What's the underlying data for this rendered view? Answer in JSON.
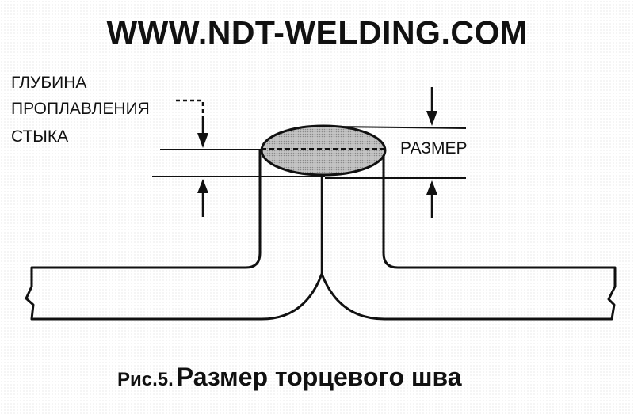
{
  "site_url": "WWW.NDT-WELDING.COM",
  "labels": {
    "penetration_depth_line1": "ГЛУБИНА",
    "penetration_depth_line2": "ПРОПЛАВЛЕНИЯ",
    "penetration_depth_line3": "СТЫКА",
    "weld_size": "РАЗМЕР"
  },
  "caption": {
    "figure_number": "Рис.5.",
    "title": "Размер торцевого шва"
  },
  "colors": {
    "ink": "#111111",
    "weld_fill": "#b8b8b8"
  }
}
